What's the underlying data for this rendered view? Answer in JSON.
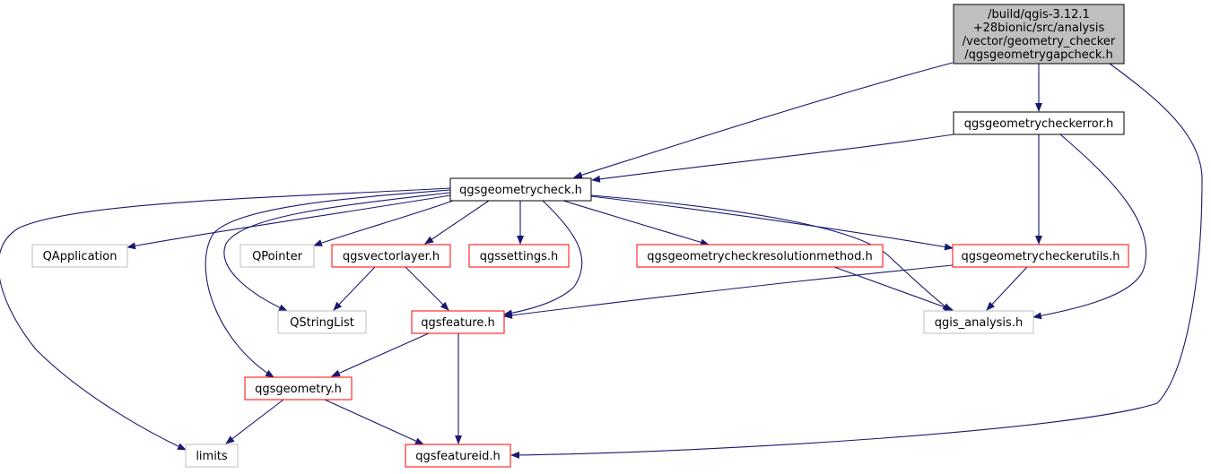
{
  "graph": {
    "colors": {
      "edge": "#191970",
      "root_fill": "#bfbfbf",
      "root_border": "#000000",
      "documented_border": "#000000",
      "undocumented_border": "#ff0000",
      "system_border": "#bfbfbf",
      "node_fill": "#ffffff"
    },
    "nodes": [
      {
        "id": "root",
        "kind": "root",
        "lines": [
          "/build/qgis-3.12.1",
          "+28bionic/src/analysis",
          "/vector/geometry_checker",
          "/qgsgeometrygapcheck.h"
        ]
      },
      {
        "id": "checkerror",
        "kind": "documented",
        "lines": [
          "qgsgeometrycheckerror.h"
        ]
      },
      {
        "id": "check",
        "kind": "documented",
        "lines": [
          "qgsgeometrycheck.h"
        ]
      },
      {
        "id": "qapplication",
        "kind": "system",
        "lines": [
          "QApplication"
        ]
      },
      {
        "id": "qpointer",
        "kind": "system",
        "lines": [
          "QPointer"
        ]
      },
      {
        "id": "vectorlayer",
        "kind": "undocumented",
        "lines": [
          "qgsvectorlayer.h"
        ]
      },
      {
        "id": "settings",
        "kind": "undocumented",
        "lines": [
          "qgssettings.h"
        ]
      },
      {
        "id": "resolution",
        "kind": "undocumented",
        "lines": [
          "qgsgeometrycheckresolutionmethod.h"
        ]
      },
      {
        "id": "checkerutils",
        "kind": "undocumented",
        "lines": [
          "qgsgeometrycheckerutils.h"
        ]
      },
      {
        "id": "qstringlist",
        "kind": "system",
        "lines": [
          "QStringList"
        ]
      },
      {
        "id": "feature",
        "kind": "undocumented",
        "lines": [
          "qgsfeature.h"
        ]
      },
      {
        "id": "qgisanalysis",
        "kind": "system",
        "lines": [
          "qgis_analysis.h"
        ]
      },
      {
        "id": "geometry",
        "kind": "undocumented",
        "lines": [
          "qgsgeometry.h"
        ]
      },
      {
        "id": "limits",
        "kind": "system",
        "lines": [
          "limits"
        ]
      },
      {
        "id": "featureid",
        "kind": "undocumented",
        "lines": [
          "qgsfeatureid.h"
        ]
      }
    ],
    "edges": [
      {
        "from": "root",
        "to": "check"
      },
      {
        "from": "root",
        "to": "checkerror"
      },
      {
        "from": "root",
        "to": "featureid"
      },
      {
        "from": "checkerror",
        "to": "check"
      },
      {
        "from": "checkerror",
        "to": "checkerutils"
      },
      {
        "from": "checkerror",
        "to": "qgisanalysis"
      },
      {
        "from": "check",
        "to": "qapplication"
      },
      {
        "from": "check",
        "to": "qpointer"
      },
      {
        "from": "check",
        "to": "vectorlayer"
      },
      {
        "from": "check",
        "to": "settings"
      },
      {
        "from": "check",
        "to": "resolution"
      },
      {
        "from": "check",
        "to": "checkerutils"
      },
      {
        "from": "check",
        "to": "qstringlist"
      },
      {
        "from": "check",
        "to": "feature"
      },
      {
        "from": "check",
        "to": "qgisanalysis"
      },
      {
        "from": "check",
        "to": "geometry"
      },
      {
        "from": "check",
        "to": "limits"
      },
      {
        "from": "vectorlayer",
        "to": "qstringlist"
      },
      {
        "from": "vectorlayer",
        "to": "feature"
      },
      {
        "from": "resolution",
        "to": "qgisanalysis"
      },
      {
        "from": "checkerutils",
        "to": "feature"
      },
      {
        "from": "checkerutils",
        "to": "qgisanalysis"
      },
      {
        "from": "feature",
        "to": "geometry"
      },
      {
        "from": "feature",
        "to": "featureid"
      },
      {
        "from": "geometry",
        "to": "limits"
      },
      {
        "from": "geometry",
        "to": "featureid"
      }
    ]
  }
}
